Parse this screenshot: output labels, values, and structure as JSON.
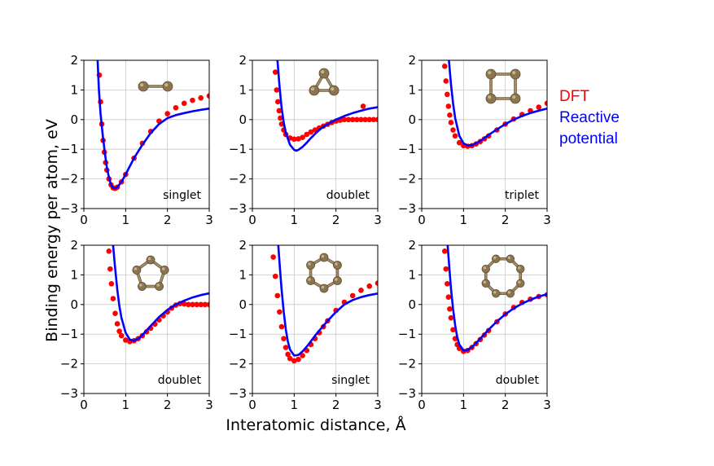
{
  "chart_data": {
    "type": "scatter",
    "xlabel": "Interatomic distance, Å",
    "ylabel": "Binding energy per atom, eV",
    "xlim": [
      0,
      3
    ],
    "ylim": [
      -3,
      2
    ],
    "xticks": [
      "0",
      "1",
      "2",
      "3"
    ],
    "yticks": [
      "2",
      "1",
      "0",
      "−1",
      "−2",
      "−3"
    ],
    "grid": true,
    "legend": {
      "placement": "right",
      "entries": [
        {
          "label": "DFT",
          "color": "#ff0000"
        },
        {
          "label": "Reactive potential",
          "lines": [
            "Reactive",
            "potential"
          ],
          "color": "#0000ff"
        }
      ]
    },
    "panels": [
      {
        "spin_state": "singlet",
        "molecule_icon": "dimer-icon",
        "series": [
          {
            "label_ref": "DFT",
            "kind": "points",
            "color": "#ff0000",
            "x": [
              0.37,
              0.4,
              0.43,
              0.46,
              0.49,
              0.52,
              0.55,
              0.6,
              0.65,
              0.7,
              0.75,
              0.8,
              0.9,
              1.0,
              1.2,
              1.4,
              1.6,
              1.8,
              2.0,
              2.2,
              2.4,
              2.6,
              2.8,
              3.0
            ],
            "y": [
              1.5,
              0.6,
              -0.15,
              -0.7,
              -1.1,
              -1.45,
              -1.7,
              -2.0,
              -2.2,
              -2.3,
              -2.32,
              -2.28,
              -2.1,
              -1.85,
              -1.3,
              -0.8,
              -0.4,
              -0.05,
              0.2,
              0.4,
              0.55,
              0.65,
              0.73,
              0.8
            ]
          },
          {
            "label_ref": "Reactive potential",
            "kind": "line",
            "color": "#0000ff",
            "x": [
              0.33,
              0.36,
              0.4,
              0.45,
              0.5,
              0.55,
              0.6,
              0.65,
              0.7,
              0.75,
              0.8,
              0.9,
              1.0,
              1.2,
              1.4,
              1.6,
              1.8,
              2.0,
              2.2,
              2.4,
              2.6,
              2.8,
              3.0
            ],
            "y": [
              2.0,
              1.0,
              0.2,
              -0.5,
              -1.1,
              -1.6,
              -1.95,
              -2.2,
              -2.3,
              -2.32,
              -2.28,
              -2.1,
              -1.85,
              -1.3,
              -0.85,
              -0.45,
              -0.15,
              0.05,
              0.15,
              0.22,
              0.28,
              0.33,
              0.37
            ]
          }
        ]
      },
      {
        "spin_state": "doublet",
        "molecule_icon": "triangle-trimer-icon",
        "series": [
          {
            "label_ref": "DFT",
            "kind": "points",
            "color": "#ff0000",
            "x": [
              0.55,
              0.58,
              0.61,
              0.64,
              0.67,
              0.7,
              0.75,
              0.8,
              0.9,
              1.0,
              1.1,
              1.2,
              1.3,
              1.4,
              1.5,
              1.6,
              1.7,
              1.8,
              1.9,
              2.0,
              2.1,
              2.2,
              2.3,
              2.4,
              2.5,
              2.6,
              2.65,
              2.7,
              2.8,
              2.9,
              3.0
            ],
            "y": [
              1.6,
              1.0,
              0.6,
              0.3,
              0.05,
              -0.15,
              -0.35,
              -0.5,
              -0.62,
              -0.66,
              -0.65,
              -0.6,
              -0.5,
              -0.42,
              -0.35,
              -0.28,
              -0.22,
              -0.16,
              -0.1,
              -0.05,
              -0.02,
              0.0,
              0.0,
              0.0,
              0.0,
              0.0,
              0.45,
              0.0,
              0.0,
              0.0,
              0.0
            ]
          },
          {
            "label_ref": "Reactive potential",
            "kind": "line",
            "color": "#0000ff",
            "x": [
              0.6,
              0.65,
              0.7,
              0.75,
              0.8,
              0.9,
              1.0,
              1.05,
              1.1,
              1.2,
              1.3,
              1.4,
              1.5,
              1.6,
              1.7,
              1.8,
              2.0,
              2.2,
              2.4,
              2.6,
              2.8,
              3.0
            ],
            "y": [
              2.0,
              1.1,
              0.4,
              -0.1,
              -0.45,
              -0.85,
              -1.02,
              -1.05,
              -1.02,
              -0.92,
              -0.78,
              -0.62,
              -0.48,
              -0.35,
              -0.24,
              -0.15,
              0.0,
              0.12,
              0.22,
              0.3,
              0.37,
              0.42
            ]
          }
        ]
      },
      {
        "spin_state": "triplet",
        "molecule_icon": "square-tetramer-icon",
        "series": [
          {
            "label_ref": "DFT",
            "kind": "points",
            "color": "#ff0000",
            "x": [
              0.55,
              0.58,
              0.61,
              0.64,
              0.67,
              0.7,
              0.75,
              0.8,
              0.9,
              1.0,
              1.1,
              1.2,
              1.3,
              1.4,
              1.5,
              1.6,
              1.8,
              2.0,
              2.2,
              2.4,
              2.6,
              2.8,
              3.0
            ],
            "y": [
              1.8,
              1.3,
              0.85,
              0.45,
              0.15,
              -0.1,
              -0.35,
              -0.55,
              -0.78,
              -0.88,
              -0.9,
              -0.88,
              -0.82,
              -0.74,
              -0.65,
              -0.55,
              -0.35,
              -0.15,
              0.02,
              0.17,
              0.3,
              0.42,
              0.55
            ]
          },
          {
            "label_ref": "Reactive potential",
            "kind": "line",
            "color": "#0000ff",
            "x": [
              0.65,
              0.7,
              0.75,
              0.8,
              0.9,
              1.0,
              1.1,
              1.2,
              1.3,
              1.4,
              1.6,
              1.8,
              2.0,
              2.2,
              2.4,
              2.6,
              2.8,
              3.0
            ],
            "y": [
              2.0,
              1.2,
              0.55,
              0.05,
              -0.55,
              -0.8,
              -0.87,
              -0.86,
              -0.8,
              -0.72,
              -0.52,
              -0.33,
              -0.15,
              0.0,
              0.12,
              0.22,
              0.3,
              0.37
            ]
          }
        ]
      },
      {
        "spin_state": "doublet",
        "molecule_icon": "pentagon-pentamer-icon",
        "series": [
          {
            "label_ref": "DFT",
            "kind": "points",
            "color": "#ff0000",
            "x": [
              0.6,
              0.63,
              0.66,
              0.7,
              0.75,
              0.8,
              0.85,
              0.9,
              1.0,
              1.1,
              1.2,
              1.3,
              1.4,
              1.5,
              1.6,
              1.7,
              1.8,
              1.9,
              2.0,
              2.1,
              2.2,
              2.3,
              2.4,
              2.5,
              2.6,
              2.7,
              2.8,
              2.9,
              3.0
            ],
            "y": [
              1.8,
              1.2,
              0.7,
              0.2,
              -0.3,
              -0.65,
              -0.9,
              -1.05,
              -1.2,
              -1.25,
              -1.22,
              -1.15,
              -1.05,
              -0.92,
              -0.8,
              -0.66,
              -0.52,
              -0.38,
              -0.25,
              -0.12,
              -0.02,
              0.03,
              0.02,
              0.0,
              0.0,
              0.0,
              0.0,
              0.0,
              0.0
            ]
          },
          {
            "label_ref": "Reactive potential",
            "kind": "line",
            "color": "#0000ff",
            "x": [
              0.7,
              0.75,
              0.8,
              0.85,
              0.9,
              1.0,
              1.1,
              1.2,
              1.3,
              1.4,
              1.6,
              1.8,
              2.0,
              2.2,
              2.4,
              2.6,
              2.8,
              3.0
            ],
            "y": [
              2.0,
              1.2,
              0.5,
              -0.05,
              -0.45,
              -0.95,
              -1.18,
              -1.22,
              -1.15,
              -1.03,
              -0.72,
              -0.42,
              -0.18,
              0.0,
              0.13,
              0.24,
              0.32,
              0.38
            ]
          }
        ]
      },
      {
        "spin_state": "singlet",
        "molecule_icon": "hexagon-hexamer-icon",
        "series": [
          {
            "label_ref": "DFT",
            "kind": "points",
            "color": "#ff0000",
            "x": [
              0.5,
              0.55,
              0.6,
              0.65,
              0.7,
              0.75,
              0.8,
              0.85,
              0.9,
              1.0,
              1.1,
              1.2,
              1.3,
              1.4,
              1.5,
              1.6,
              1.7,
              1.8,
              2.0,
              2.2,
              2.4,
              2.6,
              2.8,
              3.0
            ],
            "y": [
              1.6,
              0.95,
              0.3,
              -0.25,
              -0.75,
              -1.15,
              -1.45,
              -1.68,
              -1.82,
              -1.9,
              -1.85,
              -1.72,
              -1.55,
              -1.35,
              -1.15,
              -0.95,
              -0.75,
              -0.55,
              -0.2,
              0.08,
              0.3,
              0.48,
              0.62,
              0.72
            ]
          },
          {
            "label_ref": "Reactive potential",
            "kind": "line",
            "color": "#0000ff",
            "x": [
              0.62,
              0.66,
              0.7,
              0.75,
              0.8,
              0.85,
              0.9,
              1.0,
              1.1,
              1.2,
              1.3,
              1.4,
              1.5,
              1.6,
              1.8,
              2.0,
              2.2,
              2.4,
              2.6,
              2.8,
              3.0
            ],
            "y": [
              2.0,
              1.2,
              0.5,
              -0.25,
              -0.85,
              -1.25,
              -1.52,
              -1.72,
              -1.7,
              -1.58,
              -1.42,
              -1.24,
              -1.05,
              -0.88,
              -0.55,
              -0.25,
              0.0,
              0.15,
              0.25,
              0.32,
              0.37
            ]
          }
        ]
      },
      {
        "spin_state": "doublet",
        "molecule_icon": "octagon-ring-icon",
        "series": [
          {
            "label_ref": "DFT",
            "kind": "points",
            "color": "#ff0000",
            "x": [
              0.55,
              0.58,
              0.61,
              0.64,
              0.67,
              0.7,
              0.75,
              0.8,
              0.85,
              0.9,
              1.0,
              1.1,
              1.2,
              1.3,
              1.4,
              1.5,
              1.6,
              1.8,
              2.0,
              2.2,
              2.4,
              2.6,
              2.8,
              3.0
            ],
            "y": [
              1.8,
              1.2,
              0.7,
              0.25,
              -0.15,
              -0.45,
              -0.85,
              -1.15,
              -1.35,
              -1.48,
              -1.58,
              -1.55,
              -1.45,
              -1.32,
              -1.18,
              -1.03,
              -0.88,
              -0.58,
              -0.32,
              -0.1,
              0.07,
              0.18,
              0.27,
              0.33
            ]
          },
          {
            "label_ref": "Reactive potential",
            "kind": "line",
            "color": "#0000ff",
            "x": [
              0.62,
              0.66,
              0.7,
              0.75,
              0.8,
              0.85,
              0.9,
              1.0,
              1.1,
              1.2,
              1.3,
              1.4,
              1.6,
              1.8,
              2.0,
              2.2,
              2.4,
              2.6,
              2.8,
              3.0
            ],
            "y": [
              2.0,
              1.25,
              0.55,
              -0.15,
              -0.7,
              -1.1,
              -1.35,
              -1.55,
              -1.53,
              -1.43,
              -1.3,
              -1.15,
              -0.85,
              -0.57,
              -0.33,
              -0.13,
              0.03,
              0.16,
              0.27,
              0.35
            ]
          }
        ]
      }
    ]
  }
}
